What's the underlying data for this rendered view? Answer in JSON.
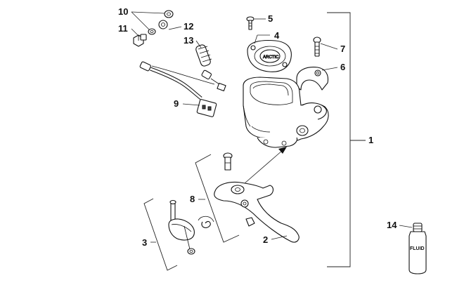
{
  "callouts": {
    "c1": "1",
    "c2": "2",
    "c3": "3",
    "c4": "4",
    "c5": "5",
    "c6": "6",
    "c7": "7",
    "c8": "8",
    "c9": "9",
    "c10": "10",
    "c11": "11",
    "c12": "12",
    "c13": "13",
    "c14": "14"
  },
  "bottle": {
    "label": "FLUID"
  }
}
